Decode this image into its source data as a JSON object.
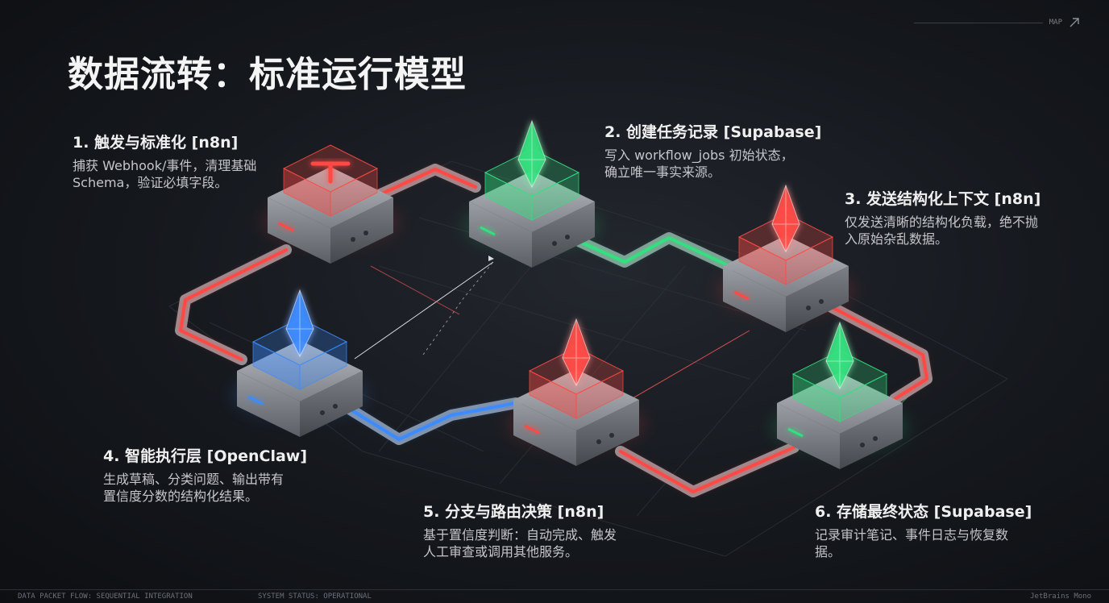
{
  "title": "数据流转：标准运行模型",
  "topright_tag": "MAP",
  "steps": [
    {
      "title": "1. 触发与标准化 [n8n]",
      "desc": "捕获 Webhook/事件，清理基础 Schema，验证必填字段。",
      "color": "red",
      "icon": "key-slot-icon"
    },
    {
      "title": "2. 创建任务记录 [Supabase]",
      "desc": "写入 workflow_jobs 初始状态，确立唯一事实来源。",
      "color": "green",
      "icon": "crystal-icon"
    },
    {
      "title": "3. 发送结构化上下文 [n8n]",
      "desc": "仅发送清晰的结构化负载，绝不抛入原始杂乱数据。",
      "color": "red",
      "icon": "crystal-icon"
    },
    {
      "title": "4. 智能执行层 [OpenClaw]",
      "desc": "生成草稿、分类问题、输出带有置信度分数的结构化结果。",
      "color": "blue",
      "icon": "crystal-icon"
    },
    {
      "title": "5. 分支与路由决策 [n8n]",
      "desc": "基于置信度判断：自动完成、触发人工审查或调用其他服务。",
      "color": "red",
      "icon": "crystal-icon"
    },
    {
      "title": "6. 存储最终状态 [Supabase]",
      "desc": "记录审计笔记、事件日志与恢复数据。",
      "color": "green",
      "icon": "crystal-icon"
    }
  ],
  "colors": {
    "red": "#ff4a45",
    "green": "#33e07f",
    "blue": "#3c8cff"
  },
  "footer": {
    "left": "DATA PACKET FLOW: SEQUENTIAL INTEGRATION",
    "center": "SYSTEM STATUS: OPERATIONAL",
    "right": "JetBrains Mono"
  }
}
